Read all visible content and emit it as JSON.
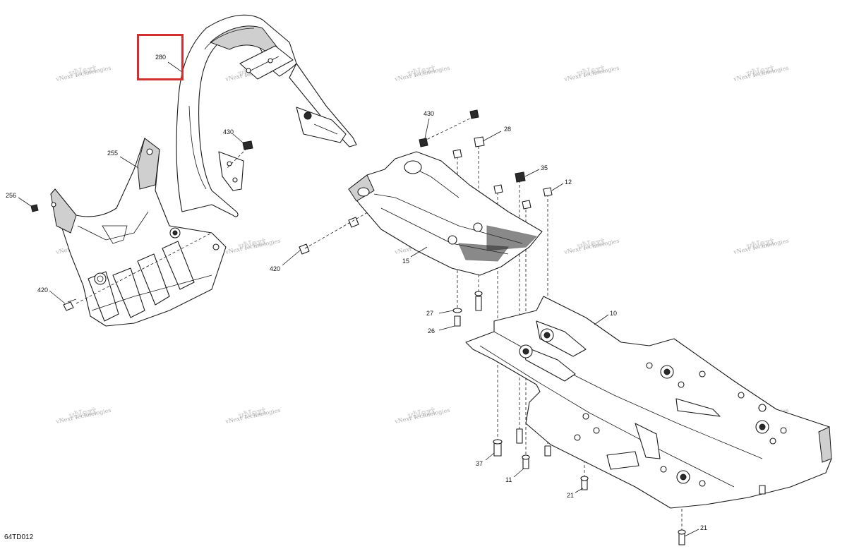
{
  "drawing": {
    "id": "64TD012",
    "highlighted_part": "280"
  },
  "watermark": {
    "text": "vNext Technologies"
  },
  "callouts": [
    "280",
    "430",
    "255",
    "256",
    "420",
    "420",
    "430",
    "28",
    "35",
    "12",
    "15",
    "27",
    "26",
    "10",
    "37",
    "11",
    "21",
    "21"
  ],
  "colors": {
    "highlight": "#d32f2f",
    "line": "#1a1a1a",
    "shade": "#cfcfcf"
  }
}
